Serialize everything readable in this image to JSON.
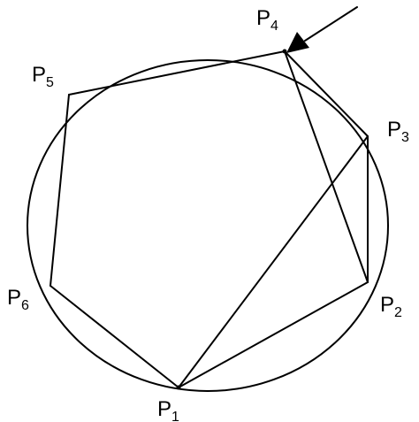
{
  "points": [
    {
      "id": "P1",
      "letter": "P",
      "index": "1"
    },
    {
      "id": "P2",
      "letter": "P",
      "index": "2"
    },
    {
      "id": "P3",
      "letter": "P",
      "index": "3"
    },
    {
      "id": "P4",
      "letter": "P",
      "index": "4"
    },
    {
      "id": "P5",
      "letter": "P",
      "index": "5"
    },
    {
      "id": "P6",
      "letter": "P",
      "index": "6"
    }
  ],
  "polygon_order": [
    "P1",
    "P2",
    "P3",
    "P4",
    "P5",
    "P6"
  ],
  "extra_edges": [
    [
      "P1",
      "P3"
    ],
    [
      "P4",
      "P2"
    ]
  ],
  "arrow_target": "P4",
  "colors": {
    "line": "#000000",
    "background": "#ffffff"
  }
}
